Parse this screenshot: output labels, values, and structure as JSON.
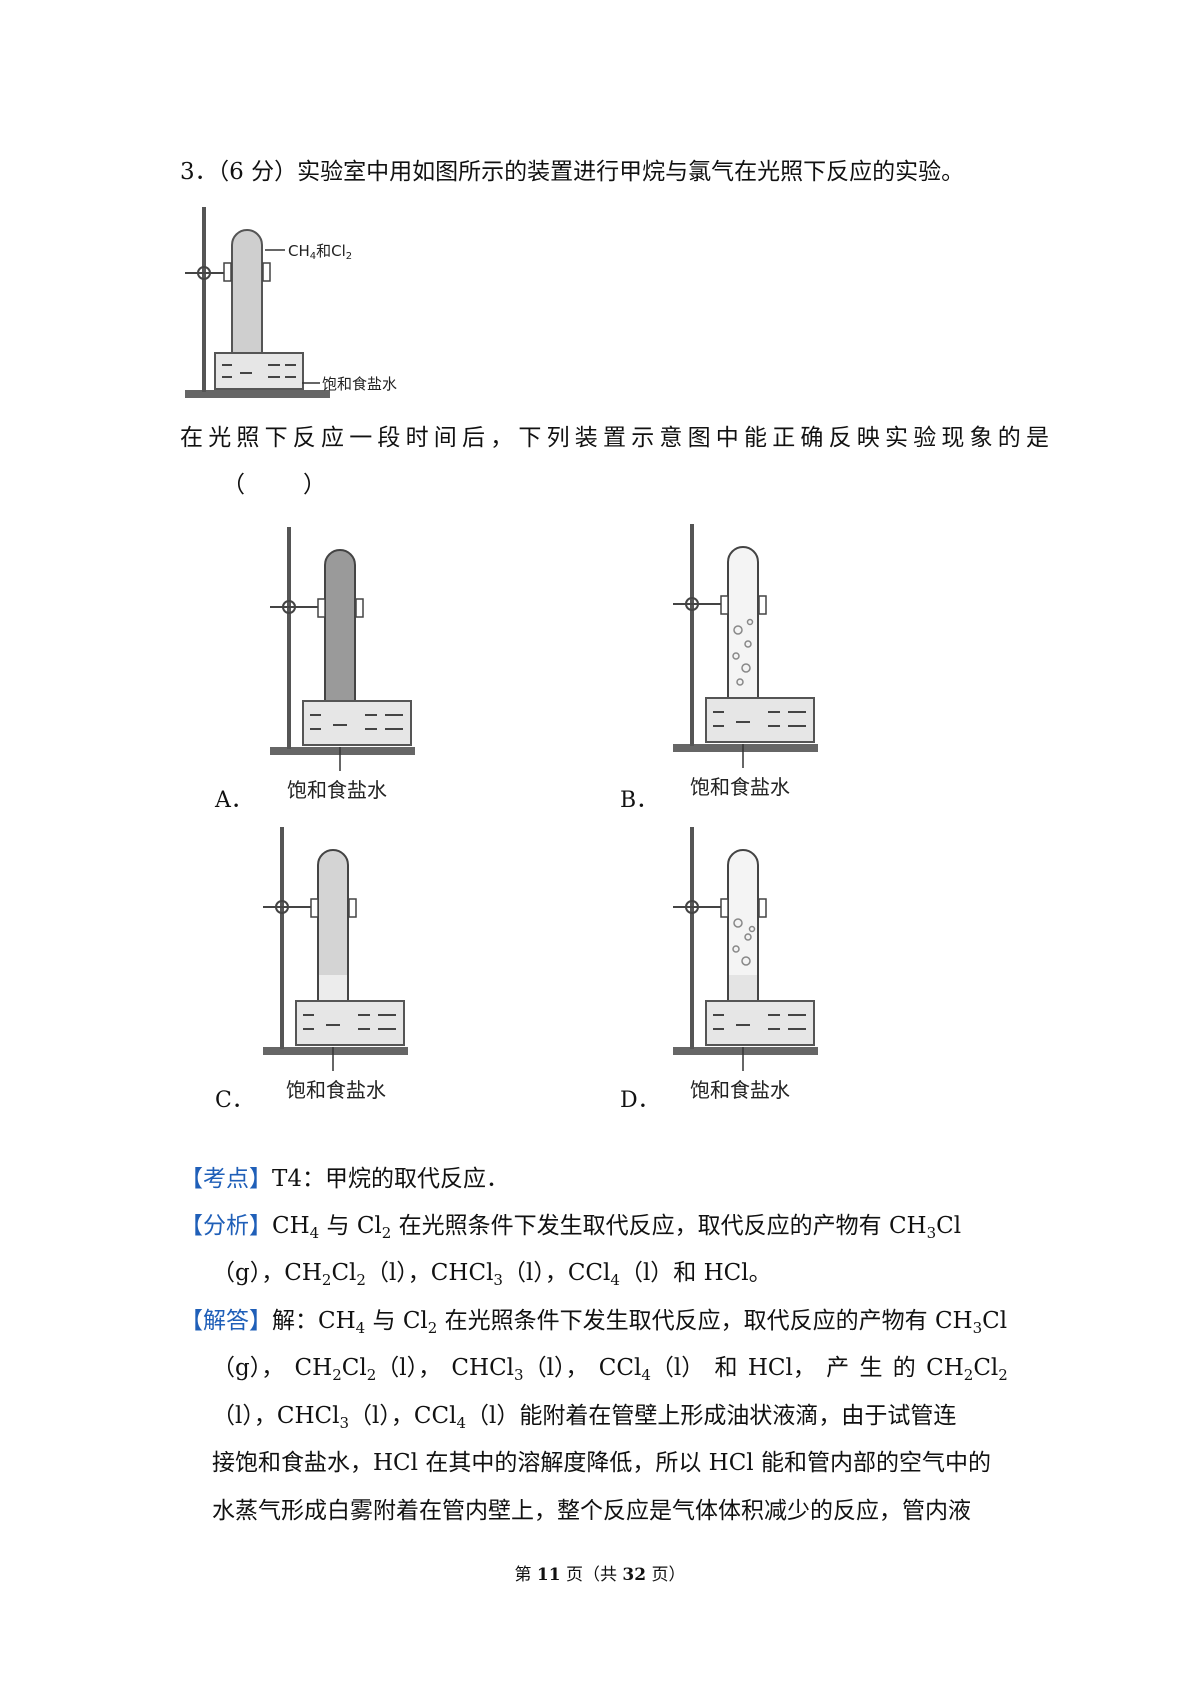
{
  "question": {
    "title": "3．（6 分）实验室中用如图所示的装置进行甲烷与氯气在光照下反应的实验。",
    "gas_label_ch4": "CH",
    "gas_label_4": "4",
    "gas_label_he": "和Cl",
    "gas_label_2": "2",
    "water_label": "饱和食盐水",
    "prompt": "在光照下反应一段时间后，下列装置示意图中能正确反映实验现象的是",
    "blank": "（　　）"
  },
  "options": [
    {
      "letter": "A．",
      "caption": "饱和食盐水"
    },
    {
      "letter": "B．",
      "caption": "饱和食盐水"
    },
    {
      "letter": "C．",
      "caption": "饱和食盐水"
    },
    {
      "letter": "D．",
      "caption": "饱和食盐水"
    }
  ],
  "answer": {
    "kaodian_tag": "【考点】",
    "kaodian_text": "T4：甲烷的取代反应．",
    "fenxi_tag": "【分析】",
    "jieda_tag": "【解答】",
    "jie": "解："
  },
  "footer": {
    "pre": "第",
    "page": "11",
    "mid": "页（共",
    "total": "32",
    "post": "页）"
  }
}
